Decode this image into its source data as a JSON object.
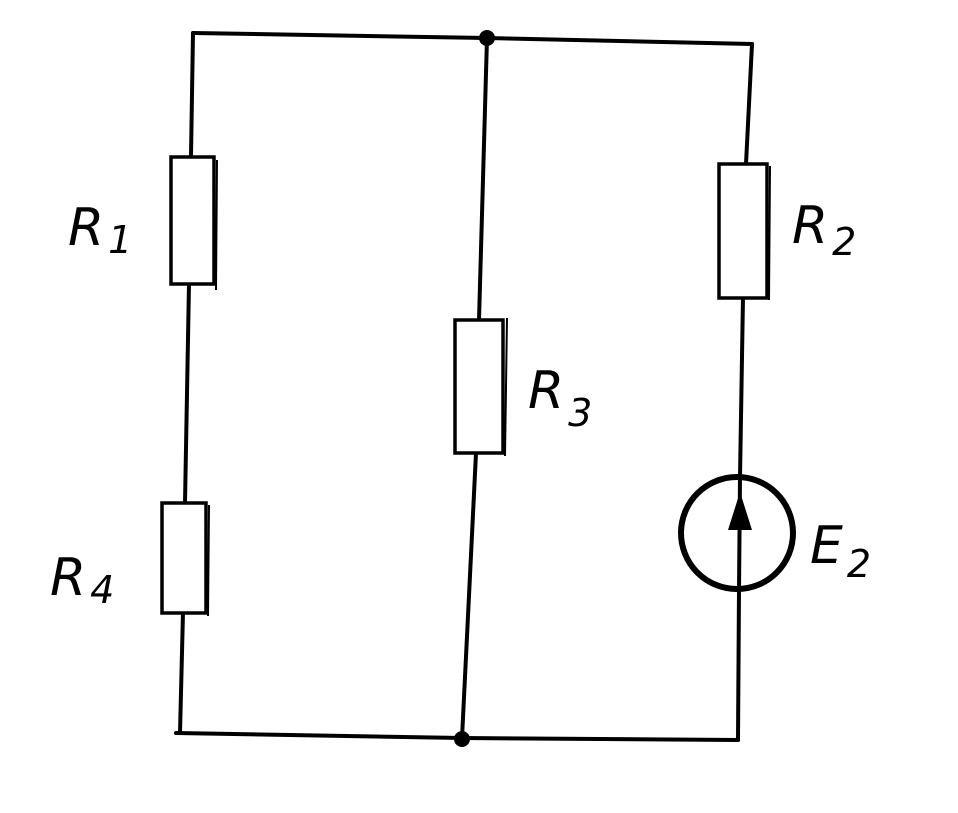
{
  "diagram": {
    "components": [
      {
        "id": "R1",
        "kind": "resistor",
        "name": "R",
        "subscript": "1"
      },
      {
        "id": "R2",
        "kind": "resistor",
        "name": "R",
        "subscript": "2"
      },
      {
        "id": "R3",
        "kind": "resistor",
        "name": "R",
        "subscript": "3"
      },
      {
        "id": "R4",
        "kind": "resistor",
        "name": "R",
        "subscript": "4"
      },
      {
        "id": "E2",
        "kind": "voltage-source",
        "name": "E",
        "subscript": "2",
        "arrow": "up"
      }
    ],
    "labels": {
      "r1": {
        "name": "R",
        "sub": "1"
      },
      "r2": {
        "name": "R",
        "sub": "2"
      },
      "r3": {
        "name": "R",
        "sub": "3"
      },
      "r4": {
        "name": "R",
        "sub": "4"
      },
      "e2": {
        "name": "E",
        "sub": "2"
      }
    },
    "colors": {
      "ink": "#000000",
      "paper": "#ffffff"
    }
  }
}
